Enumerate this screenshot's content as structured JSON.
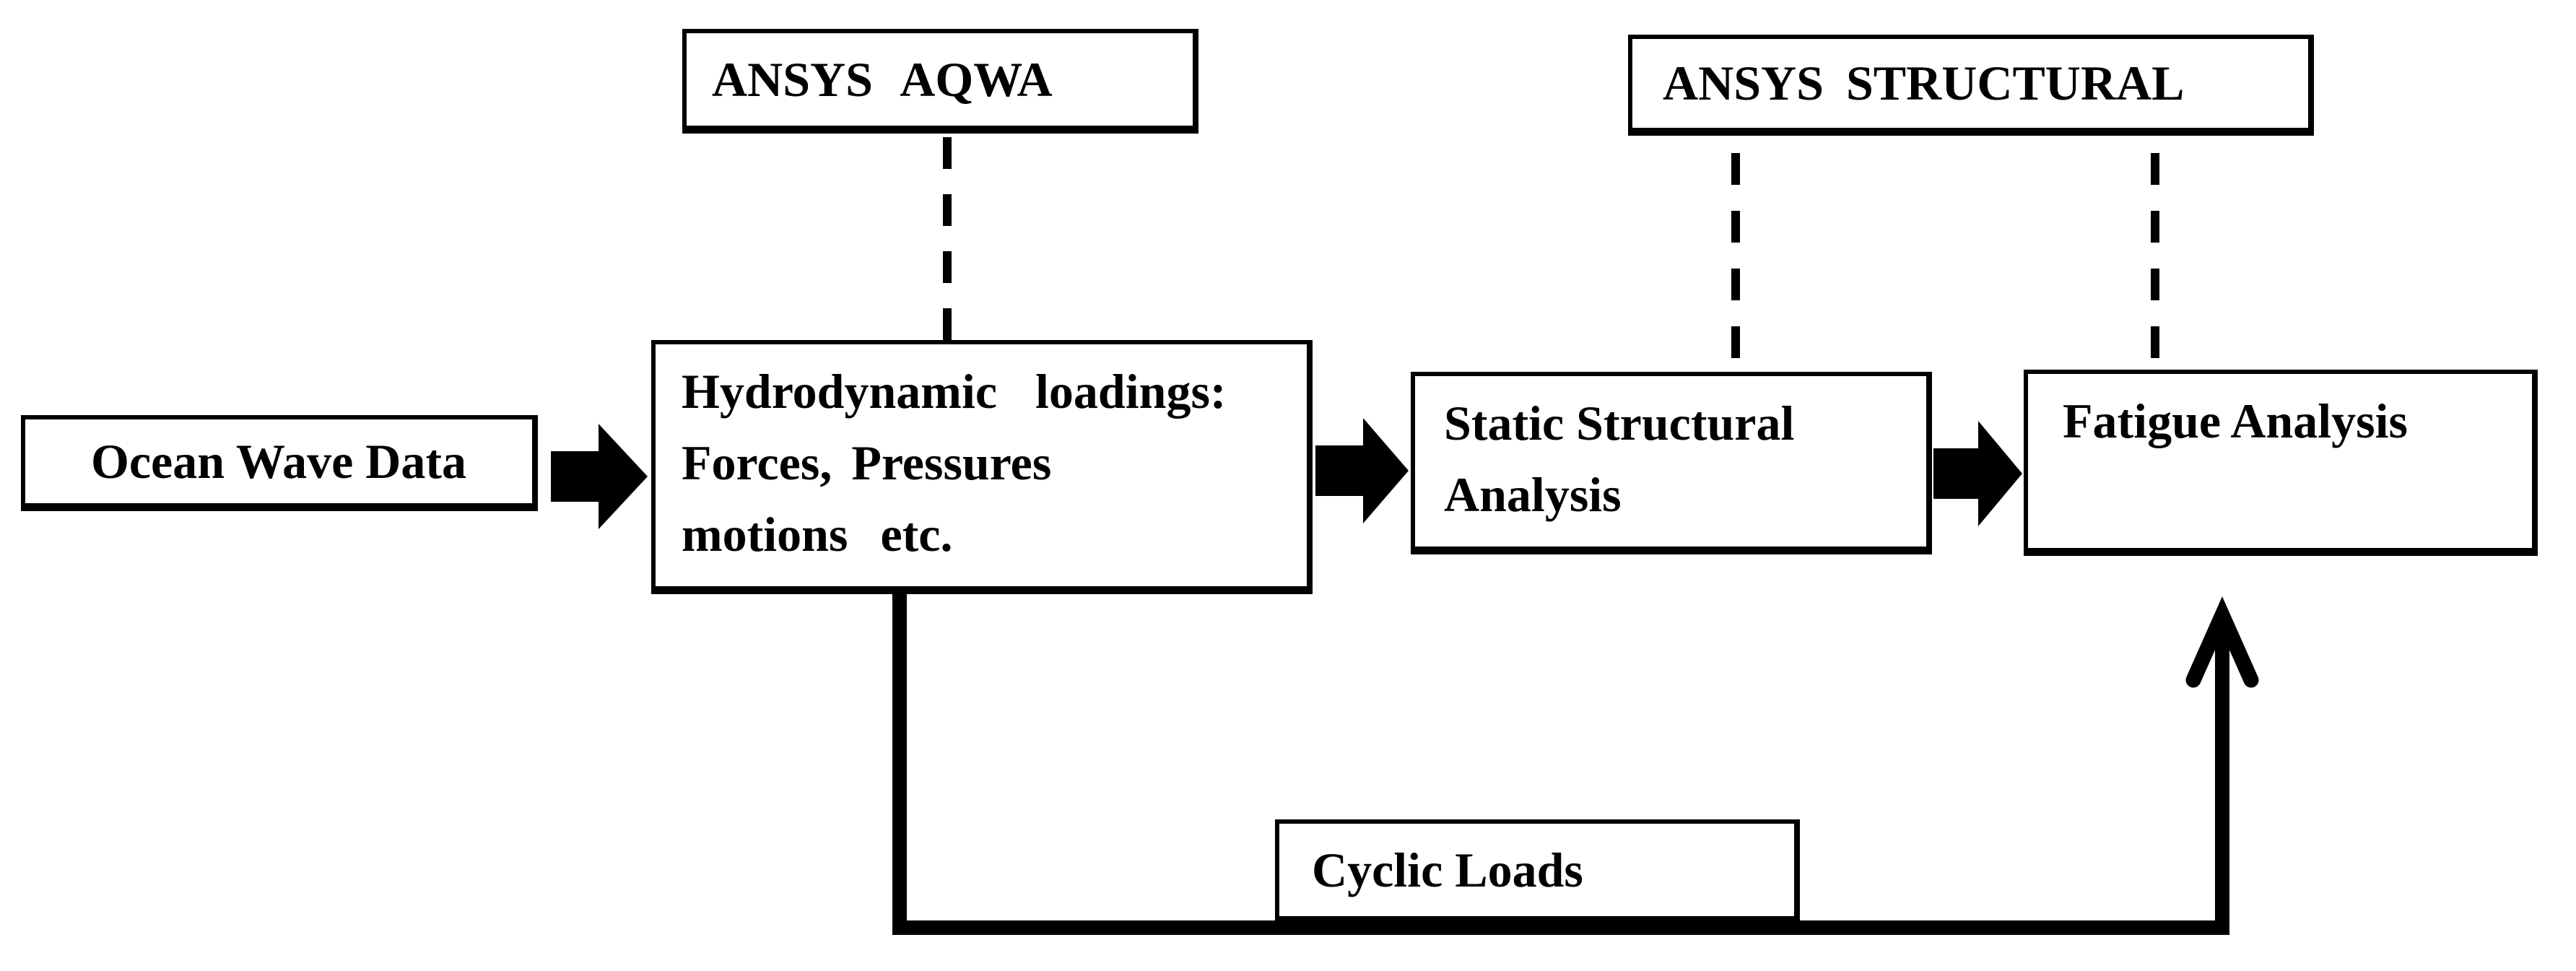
{
  "figure": {
    "type": "flowchart",
    "background_color": "#ffffff",
    "ink_color": "#000000",
    "software_labels": [
      {
        "id": "ansys-aqwa",
        "label": "ANSYS AQWA"
      },
      {
        "id": "ansys-structural",
        "label": "ANSYS STRUCTURAL"
      }
    ],
    "nodes": [
      {
        "id": "ocean-wave-data",
        "lines": [
          "Ocean Wave Data"
        ]
      },
      {
        "id": "hydrodynamic-loadings",
        "lines": [
          "Hydrodynamic loadings:",
          "Forces, Pressures",
          "motions etc."
        ]
      },
      {
        "id": "static-structural-analysis",
        "lines": [
          "Static Structural",
          "Analysis"
        ]
      },
      {
        "id": "fatigue-analysis",
        "lines": [
          "Fatigue Analysis"
        ]
      },
      {
        "id": "cyclic-loads",
        "lines": [
          "Cyclic Loads"
        ]
      }
    ],
    "edges": [
      {
        "from": "ocean-wave-data",
        "to": "hydrodynamic-loadings",
        "style": "solid-block-arrow"
      },
      {
        "from": "hydrodynamic-loadings",
        "to": "static-structural-analysis",
        "style": "solid-block-arrow"
      },
      {
        "from": "static-structural-analysis",
        "to": "fatigue-analysis",
        "style": "solid-block-arrow"
      },
      {
        "from": "ansys-aqwa",
        "to": "hydrodynamic-loadings",
        "style": "dashed"
      },
      {
        "from": "ansys-structural",
        "to": "static-structural-analysis",
        "style": "dashed"
      },
      {
        "from": "ansys-structural",
        "to": "fatigue-analysis",
        "style": "dashed"
      },
      {
        "from": "hydrodynamic-loadings",
        "to": "fatigue-analysis",
        "via": "cyclic-loads",
        "style": "solid-line-arrow"
      }
    ]
  }
}
